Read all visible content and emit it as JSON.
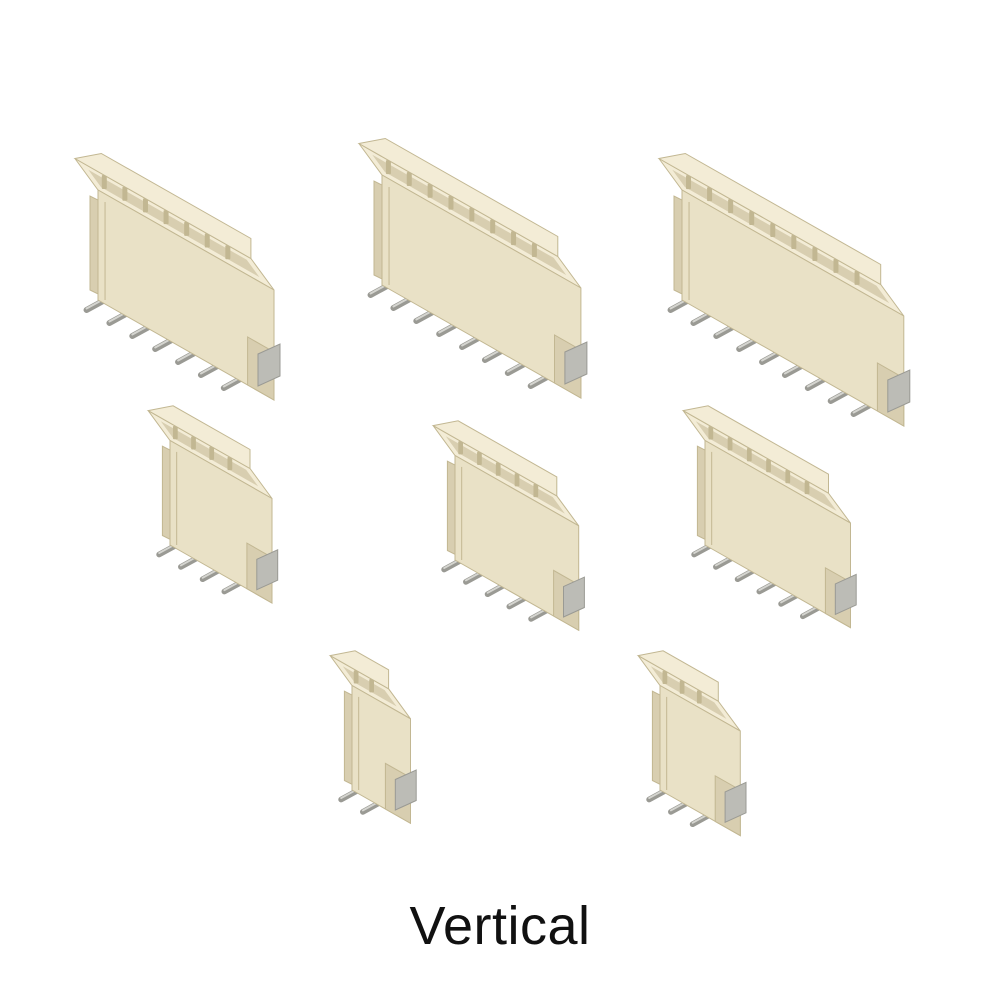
{
  "caption": "Vertical",
  "colors": {
    "background": "#ffffff",
    "housing_front": "#e9e1c6",
    "housing_top": "#f3ecd6",
    "housing_side": "#d8ceb0",
    "housing_dark": "#c2b792",
    "pin": "#9a9a94",
    "pin_light": "#d5d5d0",
    "tab_metal": "#bcbcb6"
  },
  "connectors": [
    {
      "name": "connector-7pin",
      "pins": 7
    },
    {
      "name": "connector-8pin",
      "pins": 8
    },
    {
      "name": "connector-9pin",
      "pins": 9
    },
    {
      "name": "connector-4pin",
      "pins": 4
    },
    {
      "name": "connector-5pin",
      "pins": 5
    },
    {
      "name": "connector-6pin",
      "pins": 6
    },
    {
      "name": "connector-2pin",
      "pins": 2
    },
    {
      "name": "connector-3pin",
      "pins": 3
    }
  ]
}
